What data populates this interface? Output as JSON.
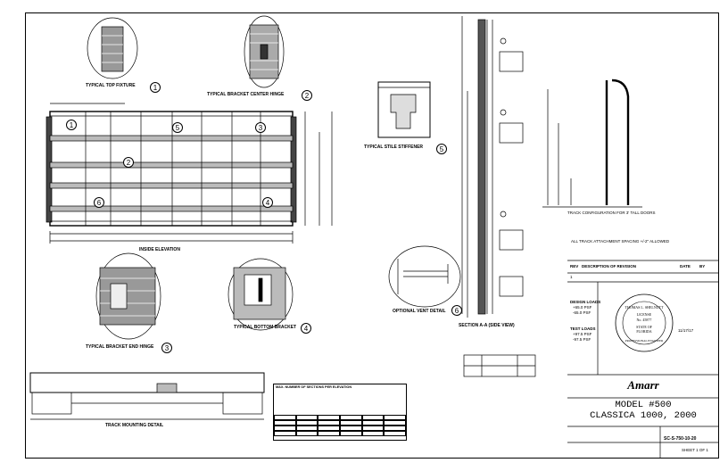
{
  "title_block": {
    "company": "Amarr",
    "model_line": "MODEL #500",
    "series_line": "CLASSICA 1000, 2000",
    "drawing_number": "SC-S-750-10-20",
    "revision_header_left": "REV",
    "revision_header_mid": "DESCRIPTION OF REVISION",
    "revision_header_date": "DATE",
    "revision_header_by": "BY",
    "revision_number": "1",
    "design_loads_label": "DESIGN LOADS",
    "design_loads_values": [
      "+65.0 PSF",
      "-65.0 PSF"
    ],
    "test_loads_label": "TEST LOADS",
    "test_loads_values": [
      "+97.5 PSF",
      "-97.5 PSF"
    ],
    "sheet": "SHEET 1 OF 1"
  },
  "seal": {
    "name": "THOMAS L. SHELNUTT",
    "license_label": "LICENSE",
    "license_no": "No. 45877",
    "state_line1": "STATE OF",
    "state_line2": "FLORIDA",
    "profession": "PROFESSIONAL ENGINEER",
    "date": "11/17/17"
  },
  "views": {
    "inside_elevation": "INSIDE ELEVATION",
    "section_aa": "SECTION A-A (SIDE VIEW)",
    "track_mounting": "TRACK MOUNTING DETAIL",
    "optional_vent": "OPTIONAL VENT DETAIL",
    "typical_top_fixture": "TYPICAL TOP FIXTURE",
    "typical_bracket_center": "TYPICAL BRACKET CENTER HINGE",
    "typical_stile_stiffener": "TYPICAL STILE STIFFENER",
    "typical_bracket_end": "TYPICAL BRACKET END HINGE",
    "typical_bottom_bracket": "TYPICAL BOTTOM BRACKET",
    "track_configuration": "TRACK CONFIGURATION FOR 3' TALL DOORS"
  },
  "callouts": [
    "1",
    "2",
    "3",
    "4",
    "5",
    "6"
  ],
  "notes": {
    "all_track_note": "ALL TRACK ATTACHMENT SPACING +/-2\" ALLOWED",
    "table_title": "MAX. NUMBER OF SECTIONS PER ELEVATION"
  }
}
